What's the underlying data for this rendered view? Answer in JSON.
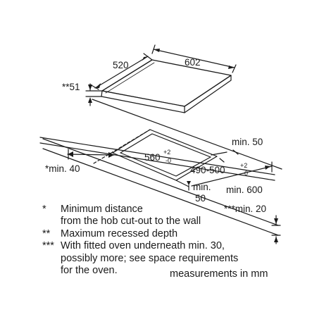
{
  "dimensions": {
    "hob_depth": "520",
    "hob_width": "602",
    "recessed_depth": "**51",
    "cutout_width": "560",
    "cutout_width_tol_plus": "+2",
    "cutout_width_tol_minus": "-0",
    "cutout_depth": "490-500",
    "cutout_depth_tol_plus": "+2",
    "cutout_depth_tol_minus": "-0",
    "rear_min": "min. 50",
    "side_min": "*min. 40",
    "front_min_line1": "min.",
    "front_min_line2": "50",
    "worktop_min": "min. 600",
    "thickness_min": "***min. 20"
  },
  "notes": [
    {
      "marker": "*",
      "lines": [
        "Minimum distance",
        "from the hob cut-out to the wall"
      ]
    },
    {
      "marker": "**",
      "lines": [
        "Maximum recessed depth"
      ]
    },
    {
      "marker": "***",
      "lines": [
        "With fitted oven underneath min. 30,",
        "possibly more; see space requirements",
        "for the oven."
      ]
    }
  ],
  "units_note": "measurements in mm"
}
